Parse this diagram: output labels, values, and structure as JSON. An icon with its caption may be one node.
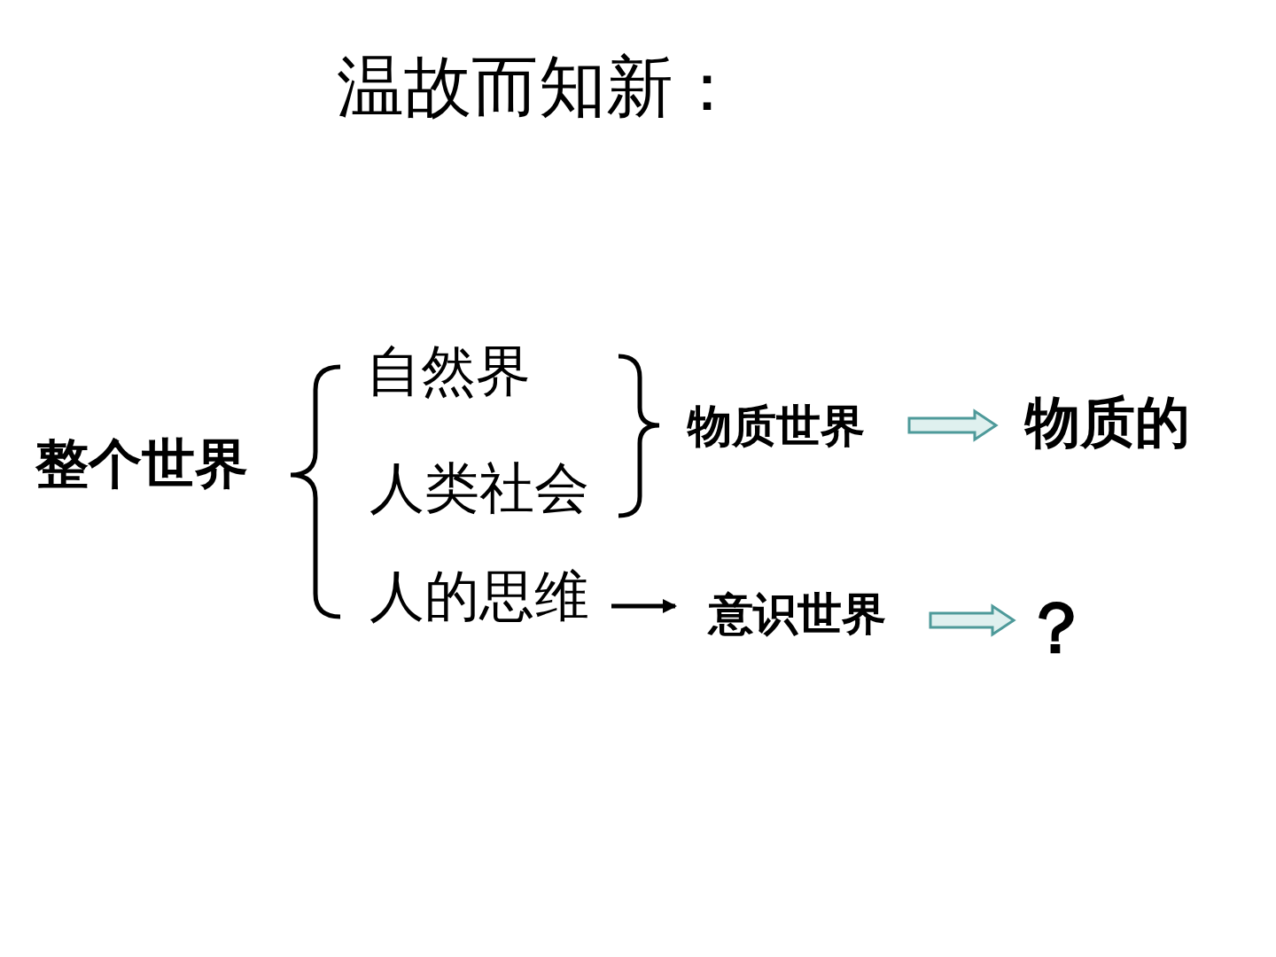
{
  "diagram": {
    "title": "温故而知新：",
    "nodes": [
      {
        "text": [
          "整个世界"
        ]
      },
      {
        "text": [
          "自然界"
        ]
      },
      {
        "text": [
          "人类社会"
        ]
      },
      {
        "text": [
          "人的思维"
        ]
      },
      {
        "text": [
          "物质世界"
        ]
      },
      {
        "text": [
          "意识世界"
        ]
      },
      {
        "text": [
          "物质的"
        ]
      },
      {
        "text": [
          "？"
        ]
      }
    ],
    "edges": [
      {
        "from": 3,
        "to": 5,
        "arrow": "to",
        "color": "#000000"
      },
      {
        "from": 4,
        "to": 6,
        "arrow": "to"
      },
      {
        "from": 5,
        "to": 7,
        "arrow": "to"
      }
    ]
  }
}
